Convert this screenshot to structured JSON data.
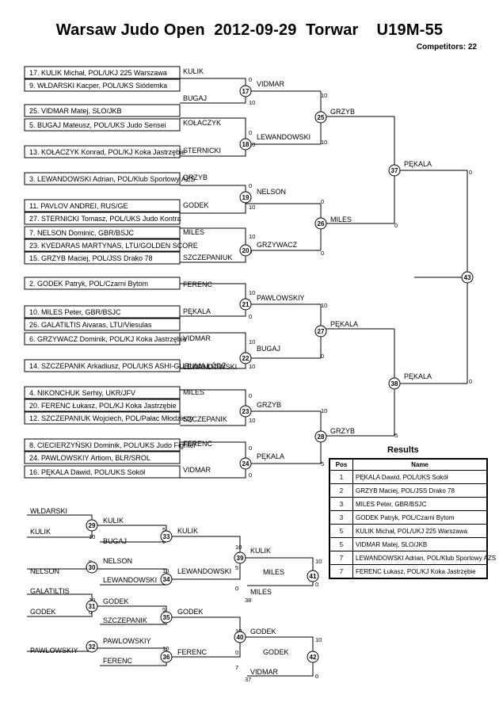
{
  "header": {
    "title": "Warsaw Judo Open  2012-09-29  Torwar    U19M-55",
    "competitors": "Competitors: 22"
  },
  "entries": [
    "17. KULIK Michał, POL/UKJ 225 Warszawa",
    "9. WŁDARSKI Kacper, POL/UKS Siódemka",
    "25. VIDMAR Matej, SLO/JKB",
    "5. BUGAJ Mateusz, POL/UKS Judo Sensei",
    "13. KOŁACZYK Konrad, POL/KJ Koka Jastrzębie",
    "3. LEWANDOWSKI Adrian, POL/Klub Sportowy AZS",
    "11. PAVLOV ANDREI, RUS/GE",
    "27. STERNICKI Tomasz, POL/UKS Judo Kontra",
    "7. NELSON Dominic, GBR/BSJC",
    "23. KVEDARAS MARTYNAS, LTU/GOLDEN SCORE",
    "15. GRZYB Maciej, POL/JSS Drako 78",
    "2. GODEK Patryk, POL/Czarni Bytom",
    "10. MILES Peter, GBR/BSJC",
    "26. GALATILTIS Aivaras, LTU/Viesulas",
    "6. GRZYWACZ Dominik, POL/KJ Koka Jastrzębie",
    "14. SZCZEPANIK  Arkadiusz, POL/UKS ASHI-GURUMA ŁÓDŹ",
    "4. NIKONCHUK Serhiy, UKR/JFV",
    "20. FERENC Łukasz, POL/KJ Koka Jastrzębie",
    "12. SZCZEPANIUK Wojciech, POL/Pałac Młodzieży",
    "8. CIECIERZYŃSKI Dominik, POL/UKS Judo Fighter",
    "24. PAWLOWSKIY Artiom, BLR/SROL",
    "16. PĘKALA Dawid, POL/UKS Sokół"
  ],
  "labels": [
    "KULIK",
    "VIDMAR",
    "BUGAJ",
    "KOŁACZYK",
    "LEWANDOWSKI",
    "STERNICKI",
    "NELSON",
    "GRZYB",
    "GODEK",
    "MILES",
    "GRZYWACZ",
    "SZCZEPANIUK",
    "FERENC",
    "PAWLOWSKIY",
    "PĘKALA",
    "VIDMAR",
    "BUGAJ",
    "LEWANDOWSKI",
    "GRZYB",
    "MILES",
    "SZCZEPANIK",
    "FERENC",
    "PĘKALA",
    "VIDMAR",
    "GRZYB",
    "MILES",
    "PĘKALA",
    "GRZYB",
    "PĘKALA",
    "PĘKALA"
  ],
  "scores": [
    "0",
    "10",
    "0",
    "10",
    "0",
    "10",
    "10",
    "0",
    "10",
    "0",
    "10",
    "10",
    "0",
    "10",
    "0",
    "0",
    "10",
    "10",
    "0",
    "0",
    "10",
    "0",
    "10",
    "5",
    "0",
    "5",
    "0",
    "0",
    "10",
    "0",
    "10",
    "0",
    "10",
    "0",
    "7",
    "0",
    "10",
    "0",
    "10",
    "5",
    "0",
    "0",
    "10",
    "0",
    "10",
    "0",
    "5",
    "0",
    "5"
  ],
  "match_numbers": [
    "17",
    "18",
    "19",
    "20",
    "21",
    "22",
    "23",
    "24",
    "25",
    "26",
    "27",
    "28",
    "37",
    "38",
    "43",
    "29",
    "30",
    "31",
    "32",
    "33",
    "34",
    "35",
    "36",
    "39",
    "40",
    "41",
    "42"
  ],
  "repechage": {
    "names": [
      "WŁDARSKI",
      "KULIK",
      "KULIK",
      "BUGAJ",
      "KULIK",
      "NELSON",
      "NELSON",
      "LEWANDOWSKI",
      "LEWANDOWSKI",
      "KULIK",
      "MILES",
      "MILES",
      "GALATILTIS",
      "GODEK",
      "GODEK",
      "SZCZEPANIK",
      "GODEK",
      "PAWLOWSKIY",
      "PAWLOWSKIY",
      "FERENC",
      "FERENC",
      "GODEK",
      "GODEK",
      "VIDMAR"
    ],
    "scores": [
      "0",
      "10",
      "5",
      "0",
      "0",
      "10",
      "0",
      "10",
      "5",
      "0",
      "10",
      "0",
      "5",
      "0",
      "0",
      "10",
      "0",
      "10",
      "0",
      "7",
      "10",
      "0",
      "10",
      "0"
    ],
    "small": [
      "38",
      "37"
    ]
  },
  "results": {
    "title": "Results",
    "headers": [
      "Pos",
      "Name"
    ],
    "rows": [
      {
        "pos": "1",
        "name": "PĘKALA Dawid, POL/UKS Sokół"
      },
      {
        "pos": "2",
        "name": "GRZYB Maciej, POL/JSS Drako 78"
      },
      {
        "pos": "3",
        "name": "MILES Peter, GBR/BSJC"
      },
      {
        "pos": "3",
        "name": "GODEK Patryk, POL/Czarni Bytom"
      },
      {
        "pos": "5",
        "name": "KULIK Michał, POL/UKJ 225 Warszawa"
      },
      {
        "pos": "5",
        "name": "VIDMAR Matej, SLO/JKB"
      },
      {
        "pos": "7",
        "name": "LEWANDOWSKI Adrian, POL/Klub Sportowy AZS"
      },
      {
        "pos": "7",
        "name": "FERENC Łukasz, POL/KJ Koka Jastrzębie"
      }
    ]
  }
}
